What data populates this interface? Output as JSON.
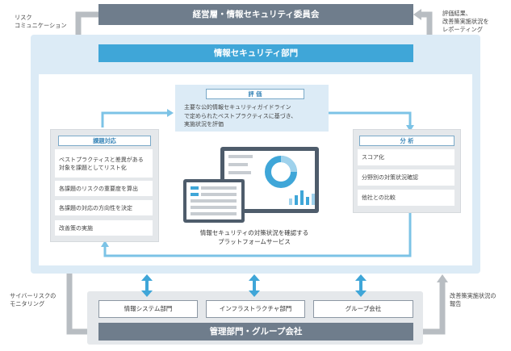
{
  "executive_bar": "経営層・情報セキュリティ委員会",
  "security_dept_bar": "情報セキュリティ部門",
  "label_risk_comm": "リスク\nコミュニケーション",
  "label_eval_report": "評価結果、\n改善策実施状況を\nレポーティング",
  "label_cyber_monitor": "サイバーリスクの\nモニタリング",
  "label_improve_report": "改善策実施状況の\n報告",
  "evaluation": {
    "title": "評 価",
    "text": "主要な公的情報セキュリティガイドライン\nで定められたベストプラクティスに基づき、\n実施状況を評価"
  },
  "issue_response": {
    "title": "課題対応",
    "items": [
      "ベストプラクティスと差異がある\n対象を課題としてリスト化",
      "各課題のリスクの重要度を算出",
      "各課題の対応の方向性を決定",
      "改善策の実施"
    ]
  },
  "analysis": {
    "title": "分 析",
    "items": [
      "スコア化",
      "分野別の対策状況確認",
      "他社との比較"
    ]
  },
  "platform_caption": "情報セキュリティの対策状況を確認する\nプラットフォームサービス",
  "units": [
    "情報システム部門",
    "インフラストラクチャ部門",
    "グループ会社"
  ],
  "management_bar": "管理部門・グループ会社",
  "colors": {
    "dark_bar": "#6f7d8c",
    "accent_blue": "#3fa6d8",
    "light_blue_panel": "#dcebf6",
    "gray_panel": "#e5e8eb",
    "arrow_gray": "#b8bdc2"
  }
}
